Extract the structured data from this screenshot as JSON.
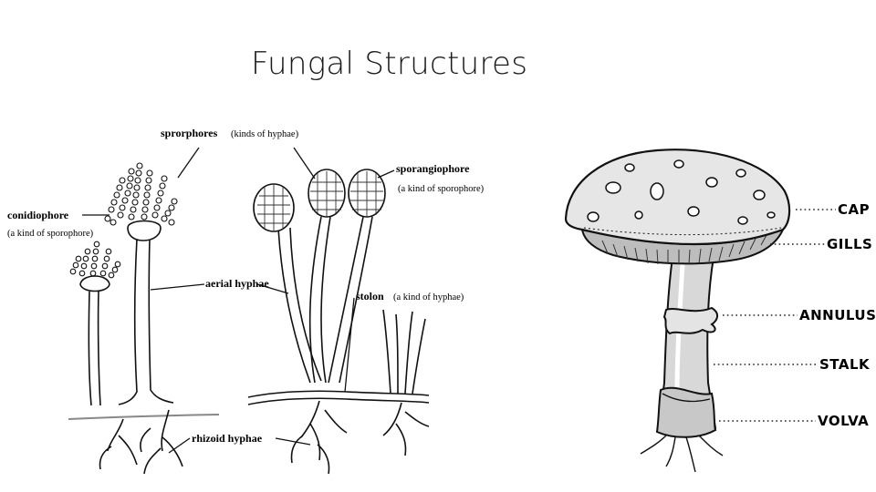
{
  "slide": {
    "title": "Fungal Structures"
  },
  "left_diagram": {
    "labels": {
      "sporophores": "sprorphores",
      "sporophores_note": "(kinds of hyphae)",
      "conidiophore": "conidiophore",
      "conidiophore_note": "(a kind of sporophore)",
      "aerial_hyphae": "aerial hyphae",
      "sporangiophore": "sporangiophore",
      "sporangiophore_note": "(a kind of sporophore)",
      "stolon": "stolon",
      "stolon_note": "(a kind of hyphae)",
      "rhizoid_hyphae": "rhizoid hyphae"
    }
  },
  "mushroom_diagram": {
    "labels": {
      "cap": "CAP",
      "gills": "GILLS",
      "annulus": "ANNULUS",
      "stalk": "STALK",
      "volva": "VOLVA"
    }
  }
}
